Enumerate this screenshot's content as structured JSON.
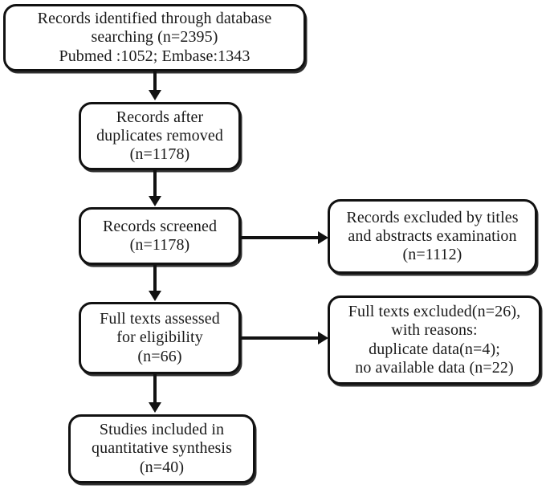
{
  "diagram": {
    "title": "PRISMA study selection flow diagram",
    "type": "flowchart",
    "background_color": "#ffffff",
    "line_color": "#111111",
    "nodes": [
      {
        "id": "identified",
        "name": "records-identified-box",
        "lines": [
          "Records identified through database",
          "searching (n=2395)",
          "Pubmed :1052; Embase:1343"
        ]
      },
      {
        "id": "duplicates",
        "name": "records-after-duplicates-box",
        "lines": [
          "Records after",
          "duplicates removed",
          "(n=1178)"
        ]
      },
      {
        "id": "screened",
        "name": "records-screened-box",
        "lines": [
          "Records screened",
          "(n=1178)"
        ]
      },
      {
        "id": "excluded_titles",
        "name": "records-excluded-titles-box",
        "lines": [
          "Records excluded by titles",
          "and abstracts examination",
          "(n=1112)"
        ]
      },
      {
        "id": "fulltext",
        "name": "full-texts-assessed-box",
        "lines": [
          "Full texts assessed",
          "for eligibility",
          "(n=66)"
        ]
      },
      {
        "id": "excluded_fulltext",
        "name": "full-texts-excluded-box",
        "lines": [
          "Full texts excluded(n=26),",
          "with reasons:",
          "duplicate data(n=4);",
          "no available data (n=22)"
        ]
      },
      {
        "id": "included",
        "name": "studies-included-box",
        "lines": [
          "Studies included in",
          "quantitative synthesis",
          "(n=40)"
        ]
      }
    ],
    "counts": {
      "identified_total": 2395,
      "pubmed": 1052,
      "embase": 1343,
      "after_duplicates": 1178,
      "screened": 1178,
      "excluded_titles_abstracts": 1112,
      "full_texts_assessed": 66,
      "full_texts_excluded": 26,
      "excluded_duplicate_data": 4,
      "excluded_no_available_data": 22,
      "included_quantitative_synthesis": 40
    },
    "edges": [
      {
        "name": "edge-identified-to-duplicates",
        "from": "identified",
        "to": "duplicates",
        "direction": "down"
      },
      {
        "name": "edge-duplicates-to-screened",
        "from": "duplicates",
        "to": "screened",
        "direction": "down"
      },
      {
        "name": "edge-screened-to-excluded-titles",
        "from": "screened",
        "to": "excluded_titles",
        "direction": "right"
      },
      {
        "name": "edge-screened-to-fulltext",
        "from": "screened",
        "to": "fulltext",
        "direction": "down"
      },
      {
        "name": "edge-fulltext-to-excluded-fulltext",
        "from": "fulltext",
        "to": "excluded_fulltext",
        "direction": "right"
      },
      {
        "name": "edge-fulltext-to-included",
        "from": "fulltext",
        "to": "included",
        "direction": "down"
      }
    ]
  }
}
